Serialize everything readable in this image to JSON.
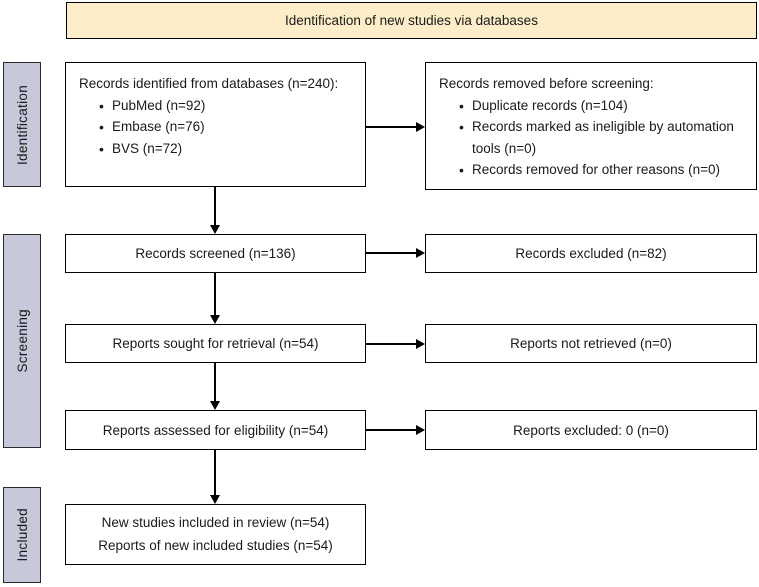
{
  "banner": {
    "label": "Identification of new studies via databases"
  },
  "stages": {
    "identification": "Identification",
    "screening": "Screening",
    "included": "Included"
  },
  "flow": {
    "identified": {
      "title": "Records identified from databases (n=240):",
      "bullets": [
        "PubMed (n=92)",
        "Embase (n=76)",
        "BVS (n=72)"
      ]
    },
    "removed": {
      "title": "Records removed before screening:",
      "bullets": [
        "Duplicate records (n=104)",
        "Records marked as ineligible by automation tools (n=0)",
        "Records removed for other reasons (n=0)"
      ]
    },
    "screened": "Records screened (n=136)",
    "excluded": "Records excluded (n=82)",
    "sought": "Reports sought for retrieval (n=54)",
    "not_retrieved": "Reports not retrieved (n=0)",
    "assessed": "Reports assessed for eligibility (n=54)",
    "reports_excluded": "Reports excluded: 0 (n=0)",
    "included_line1": "New studies included in review (n=54)",
    "included_line2": "Reports of new included studies (n=54)"
  },
  "colors": {
    "banner_bg": "#fdeec9",
    "stage_bg": "#c7c8d9",
    "border": "#000000",
    "background": "#ffffff"
  }
}
